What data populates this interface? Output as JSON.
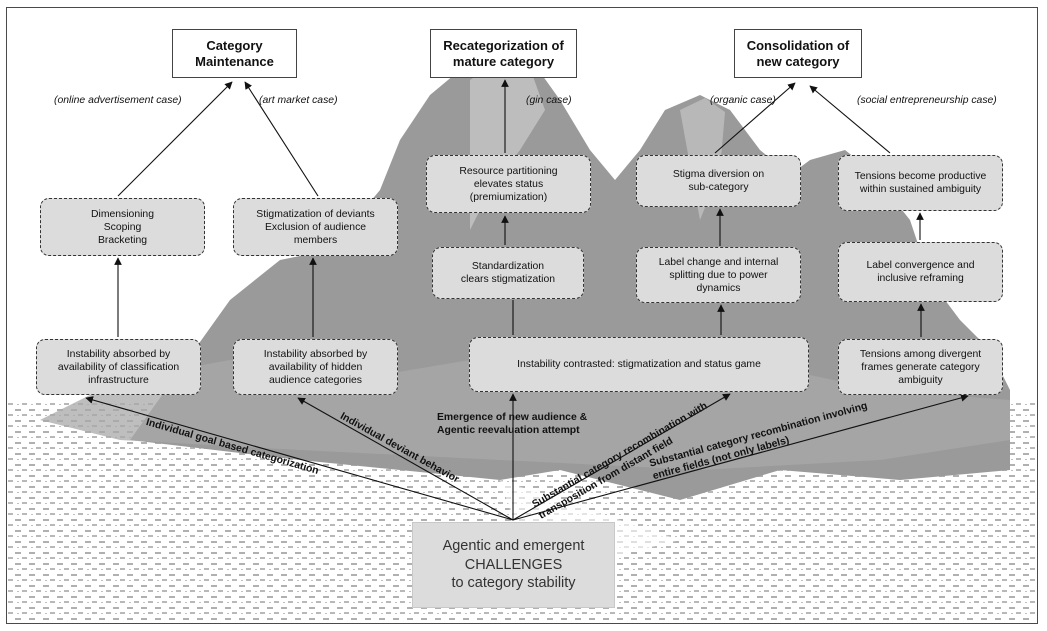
{
  "headings": {
    "maintenance": "Category\nMaintenance",
    "recategorization": "Recategorization of\nmature category",
    "consolidation": "Consolidation of\nnew category"
  },
  "cases": {
    "online": "(online advertisement case)",
    "art": "(art market case)",
    "gin": "(gin case)",
    "organic": "(organic case)",
    "social": "(social entrepreneurship case)"
  },
  "boxes": {
    "dimensioning": "Dimensioning\nScoping\nBracketing",
    "stigmatization_deviants": "Stigmatization of deviants\nExclusion of audience\nmembers",
    "resource_partitioning": "Resource partitioning\nelevates status\n(premiumization)",
    "stigma_diversion": "Stigma diversion on\nsub-category",
    "tensions_productive": "Tensions become productive\nwithin sustained ambiguity",
    "standardization": "Standardization\nclears stigmatization",
    "label_change": "Label change and internal\nsplitting due to power\ndynamics",
    "label_convergence": "Label convergence and\ninclusive reframing",
    "instability_classification": "Instability absorbed by\navailability of classification\ninfrastructure",
    "instability_hidden": "Instability absorbed by\navailability of hidden\naudience categories",
    "instability_contrasted": "Instability contrasted: stigmatization and status game",
    "tensions_divergent": "Tensions among divergent\nframes generate category\nambiguity"
  },
  "challenge": "Agentic and emergent\nCHALLENGES\nto category stability",
  "arrow_labels": {
    "goal_based": "Individual goal based categorization",
    "deviant_behavior": "Individual deviant behavior",
    "new_audience": "Emergence of new audience &\nAgentic reevaluation attempt",
    "transposition": "Substantial category recombination with\ntransposition from distant field",
    "entire_fields": "Substantial category recombination involving\nentire fields (not only labels)"
  },
  "colors": {
    "box_fill": "#dcdcdc",
    "mountain": "#9a9a9a",
    "border": "#333333"
  }
}
